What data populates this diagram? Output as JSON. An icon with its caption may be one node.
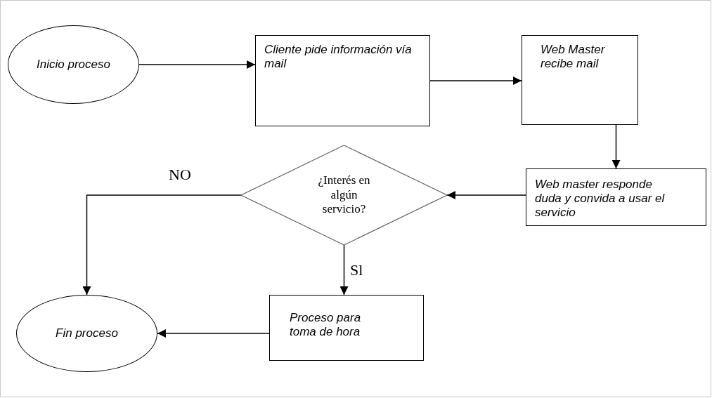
{
  "diagram": {
    "nodes": [
      {
        "text": [
          "Inicio proceso"
        ]
      },
      {
        "text": [
          "Cliente pide información vía mail"
        ]
      },
      {
        "text": [
          "Web Master recibe mail"
        ]
      },
      {
        "text": [
          "Web master responde duda y convida a usar el servicio"
        ]
      },
      {
        "text": [
          "¿Interés en algún servicio?"
        ]
      },
      {
        "text": [
          "Proceso para toma de hora"
        ]
      },
      {
        "text": [
          "Fin proceso"
        ]
      }
    ],
    "edges": [
      {
        "from": 0,
        "to": 1,
        "arrow": "to"
      },
      {
        "from": 1,
        "to": 2,
        "arrow": "to"
      },
      {
        "from": 2,
        "to": 3,
        "arrow": "to"
      },
      {
        "from": 3,
        "to": 4,
        "arrow": "to"
      },
      {
        "from": 4,
        "to": 6,
        "arrow": "to",
        "label": "NO"
      },
      {
        "from": 4,
        "to": 5,
        "arrow": "to",
        "label": "Sl"
      },
      {
        "from": 5,
        "to": 6,
        "arrow": "to"
      }
    ]
  }
}
